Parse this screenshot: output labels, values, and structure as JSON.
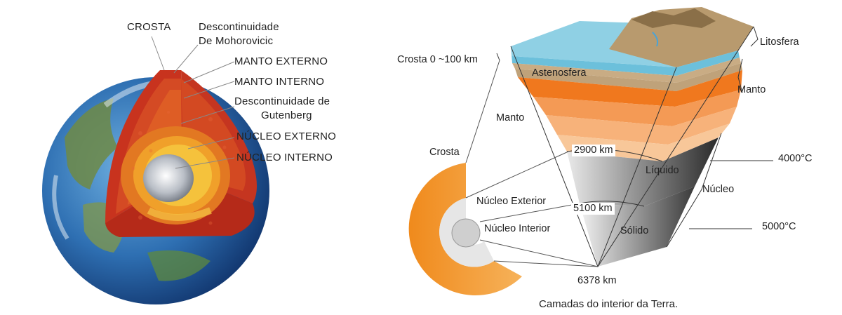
{
  "left_figure": {
    "labels": {
      "crosta": "CROSTA",
      "moho_line1": "Descontinuidade",
      "moho_line2": "De Mohorovicic",
      "manto_externo": "MANTO EXTERNO",
      "manto_interno": "MANTO INTERNO",
      "gutenberg_line1": "Descontinuidade de",
      "gutenberg_line2": "Gutenberg",
      "nucleo_externo": "NÚCLEO EXTERNO",
      "nucleo_interno": "NÚCLEO INTERNO"
    }
  },
  "right_figure": {
    "labels": {
      "crosta_range": "Crosta 0 ~100 km",
      "litosfera": "Litosfera",
      "astenosfera": "Astenosfera",
      "manto_block": "Manto",
      "manto_bracket": "Manto",
      "crosta": "Crosta",
      "depth_2900": "2900 km",
      "liquido": "Líquido",
      "temp_4000": "4000°C",
      "nucleo": "Núcleo",
      "nucleo_exterior": "Núcleo Exterior",
      "depth_5100": "5100 km",
      "nucleo_interior": "Núcleo Interior",
      "solido": "Sólido",
      "temp_5000": "5000°C",
      "depth_6378": "6378 km",
      "caption": "Camadas do interior da Terra."
    }
  },
  "colors": {
    "ocean": "#2f6fb0",
    "land": "#6f8f4a",
    "crust_red": "#c8331e",
    "mantle_red": "#d9481f",
    "mantle_orange": "#f07a1a",
    "core_yellow": "#f3b21c",
    "inner_core": "#d9dde2",
    "astenosfera": "#f0781e",
    "mantle_light": "#f8c79a",
    "sea": "#8fd0e4",
    "liquid_core": "#7a7a7a",
    "solid_core": "#505050"
  }
}
